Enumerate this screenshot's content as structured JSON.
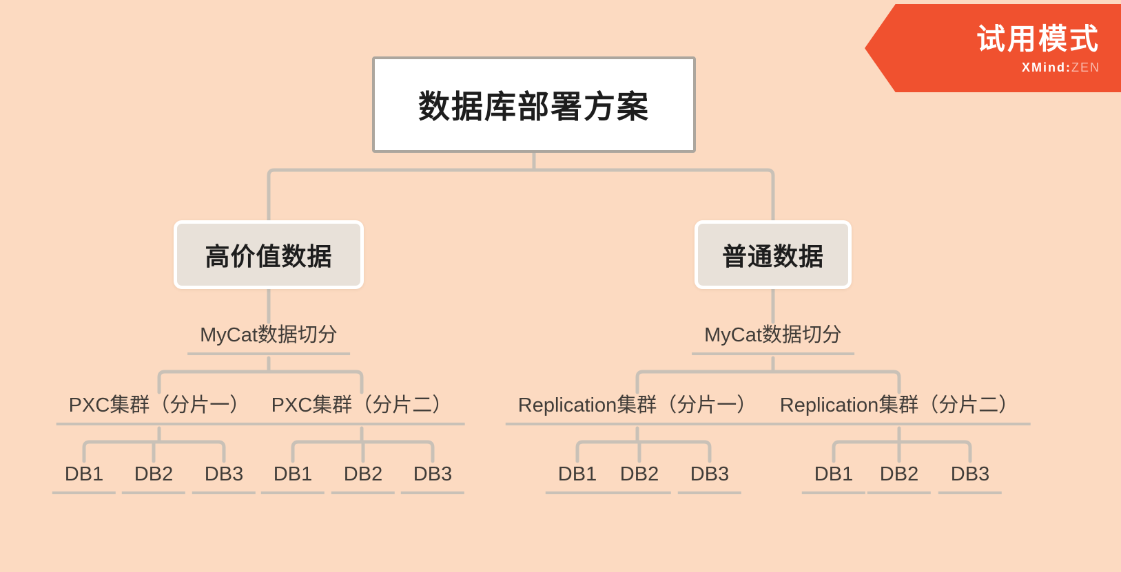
{
  "app": {
    "badge_title": "试用模式",
    "brand": {
      "name": "XMind",
      "colon": ":",
      "edition": "ZEN"
    }
  },
  "map": {
    "root": {
      "label": "数据库部署方案"
    },
    "branches": [
      {
        "label": "高价值数据",
        "split": {
          "label": "MyCat数据切分"
        },
        "clusters": [
          {
            "label": "PXC集群（分片一）",
            "dbs": [
              "DB1",
              "DB2",
              "DB3"
            ]
          },
          {
            "label": "PXC集群（分片二）",
            "dbs": [
              "DB1",
              "DB2",
              "DB3"
            ]
          }
        ]
      },
      {
        "label": "普通数据",
        "split": {
          "label": "MyCat数据切分"
        },
        "clusters": [
          {
            "label": "Replication集群（分片一）",
            "dbs": [
              "DB1",
              "DB2",
              "DB3"
            ]
          },
          {
            "label": "Replication集群（分片二）",
            "dbs": [
              "DB1",
              "DB2",
              "DB3"
            ]
          }
        ]
      }
    ]
  },
  "colors": {
    "background": "#FCDAC1",
    "badge": "#F0512F",
    "connector": "#C9C1B7",
    "branch_fill": "#E8E1D9",
    "root_border": "#ACA69E",
    "text_dark": "#1D1D1D",
    "text_sub": "#403C38"
  }
}
